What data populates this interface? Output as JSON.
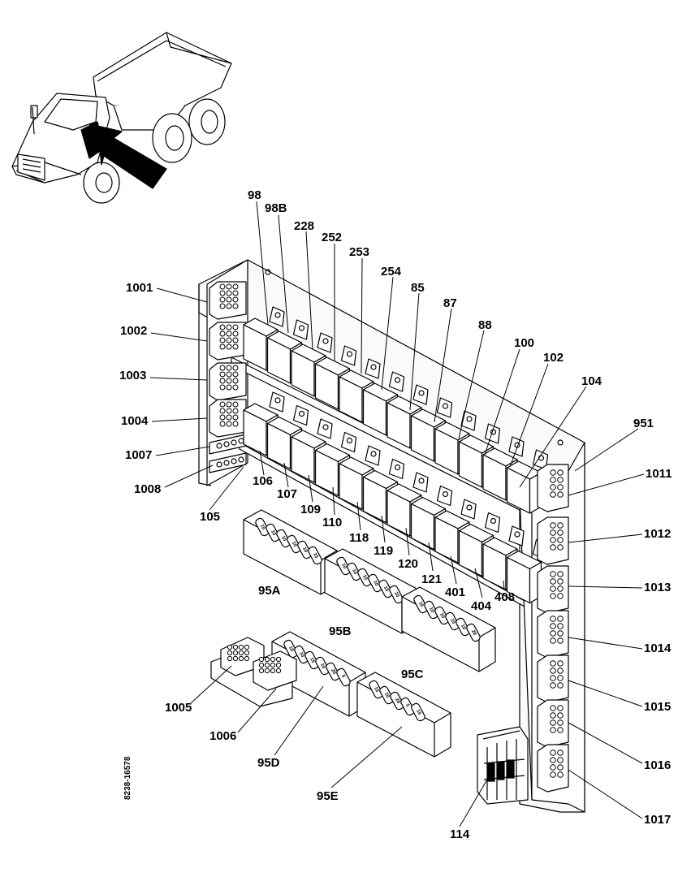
{
  "diagram": {
    "document_number": "8238-16578",
    "labels": {
      "l98": "98",
      "l98b": "98B",
      "l228": "228",
      "l252": "252",
      "l253": "253",
      "l254": "254",
      "l85": "85",
      "l87": "87",
      "l88": "88",
      "l100": "100",
      "l102": "102",
      "l104": "104",
      "l951": "951",
      "l1001": "1001",
      "l1002": "1002",
      "l1003": "1003",
      "l1004": "1004",
      "l1007": "1007",
      "l1008": "1008",
      "l105": "105",
      "l106": "106",
      "l107": "107",
      "l109": "109",
      "l110": "110",
      "l118": "118",
      "l119": "119",
      "l120": "120",
      "l121": "121",
      "l401": "401",
      "l404": "404",
      "l408": "408",
      "l1011": "1011",
      "l1012": "1012",
      "l1013": "1013",
      "l1014": "1014",
      "l1015": "1015",
      "l1016": "1016",
      "l1017": "1017",
      "l95a": "95A",
      "l95b": "95B",
      "l95c": "95C",
      "l95d": "95D",
      "l95e": "95E",
      "l1005": "1005",
      "l1006": "1006",
      "l114": "114"
    },
    "fuse_ratings": [
      "15",
      "10",
      "10",
      "10",
      "10",
      "15",
      "10",
      "20",
      "5"
    ],
    "colors": {
      "line": "#000000",
      "fill": "#ffffff",
      "panel": "#fafafa"
    }
  }
}
